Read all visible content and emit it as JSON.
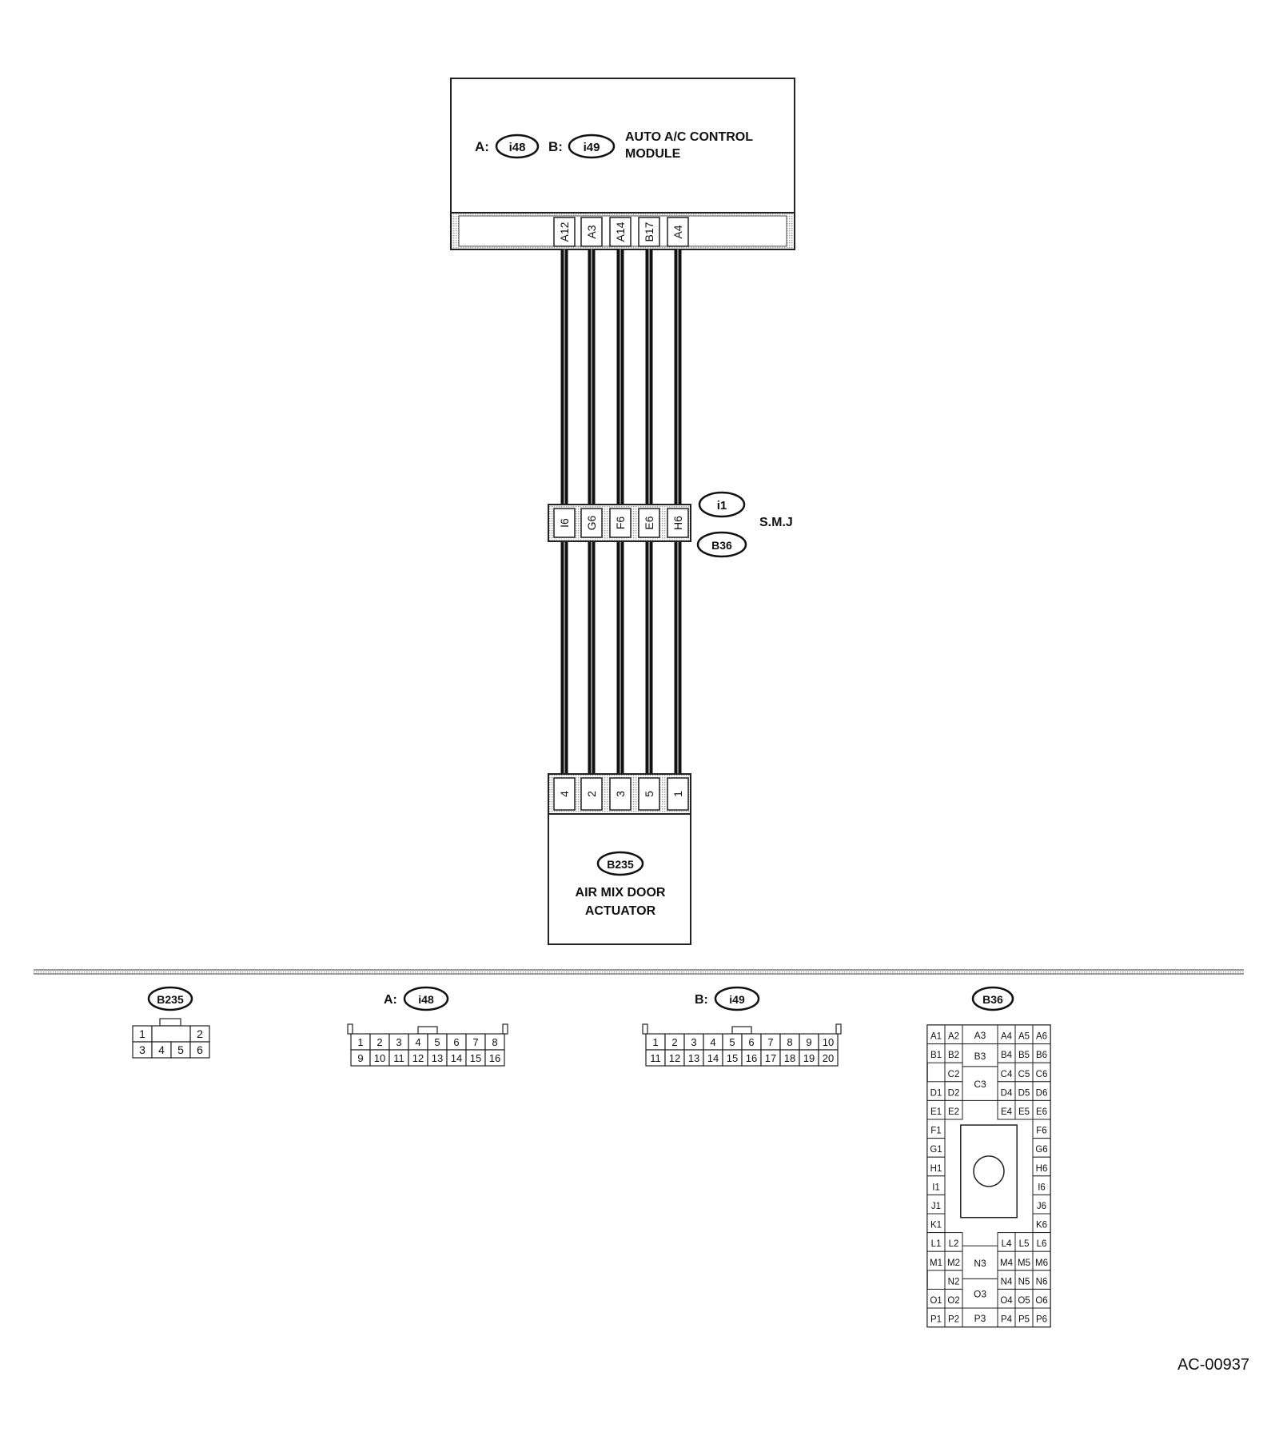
{
  "module": {
    "conn_a_prefix": "A:",
    "conn_a_id": "i48",
    "conn_b_prefix": "B:",
    "conn_b_id": "i49",
    "title_line1": "AUTO A/C CONTROL",
    "title_line2": "MODULE",
    "pins": [
      "A12",
      "A3",
      "A14",
      "B17",
      "A4"
    ]
  },
  "smj": {
    "conn_top": "i1",
    "conn_bottom": "B36",
    "name": "S.M.J",
    "pins": [
      "I6",
      "G6",
      "F6",
      "E6",
      "H6"
    ]
  },
  "actuator": {
    "conn_id": "B235",
    "name_line1": "AIR MIX DOOR",
    "name_line2": "ACTUATOR",
    "pins": [
      "4",
      "2",
      "3",
      "5",
      "1"
    ]
  },
  "connectors": {
    "b235": {
      "id": "B235",
      "row1": [
        "1",
        "2"
      ],
      "row2": [
        "3",
        "4",
        "5",
        "6"
      ]
    },
    "i48": {
      "prefix": "A:",
      "id": "i48",
      "row1": [
        "1",
        "2",
        "3",
        "4",
        "5",
        "6",
        "7",
        "8"
      ],
      "row2": [
        "9",
        "10",
        "11",
        "12",
        "13",
        "14",
        "15",
        "16"
      ]
    },
    "i49": {
      "prefix": "B:",
      "id": "i49",
      "row1": [
        "1",
        "2",
        "3",
        "4",
        "5",
        "6",
        "7",
        "8",
        "9",
        "10"
      ],
      "row2": [
        "11",
        "12",
        "13",
        "14",
        "15",
        "16",
        "17",
        "18",
        "19",
        "20"
      ]
    },
    "b36": {
      "id": "B36",
      "left_pins": [
        "A1",
        "A2",
        "B1",
        "B2",
        "C2",
        "D1",
        "D2",
        "E1",
        "E2",
        "F1",
        "G1",
        "H1",
        "I1",
        "J1",
        "K1",
        "L1",
        "L2",
        "M1",
        "M2",
        "N2",
        "O1",
        "O2",
        "P1",
        "P2"
      ],
      "right_pins": [
        "A4",
        "A5",
        "A6",
        "B4",
        "B5",
        "B6",
        "C4",
        "C5",
        "C6",
        "D4",
        "D5",
        "D6",
        "E4",
        "E5",
        "E6",
        "F6",
        "G6",
        "H6",
        "I6",
        "J6",
        "K6",
        "L4",
        "L5",
        "L6",
        "M4",
        "M5",
        "M6",
        "N4",
        "N5",
        "N6",
        "O4",
        "O5",
        "O6",
        "P4",
        "P5",
        "P6"
      ],
      "center_pins": [
        "A3",
        "B3",
        "C3",
        "N3",
        "O3",
        "P3"
      ]
    }
  },
  "figure_code": "AC-00937"
}
